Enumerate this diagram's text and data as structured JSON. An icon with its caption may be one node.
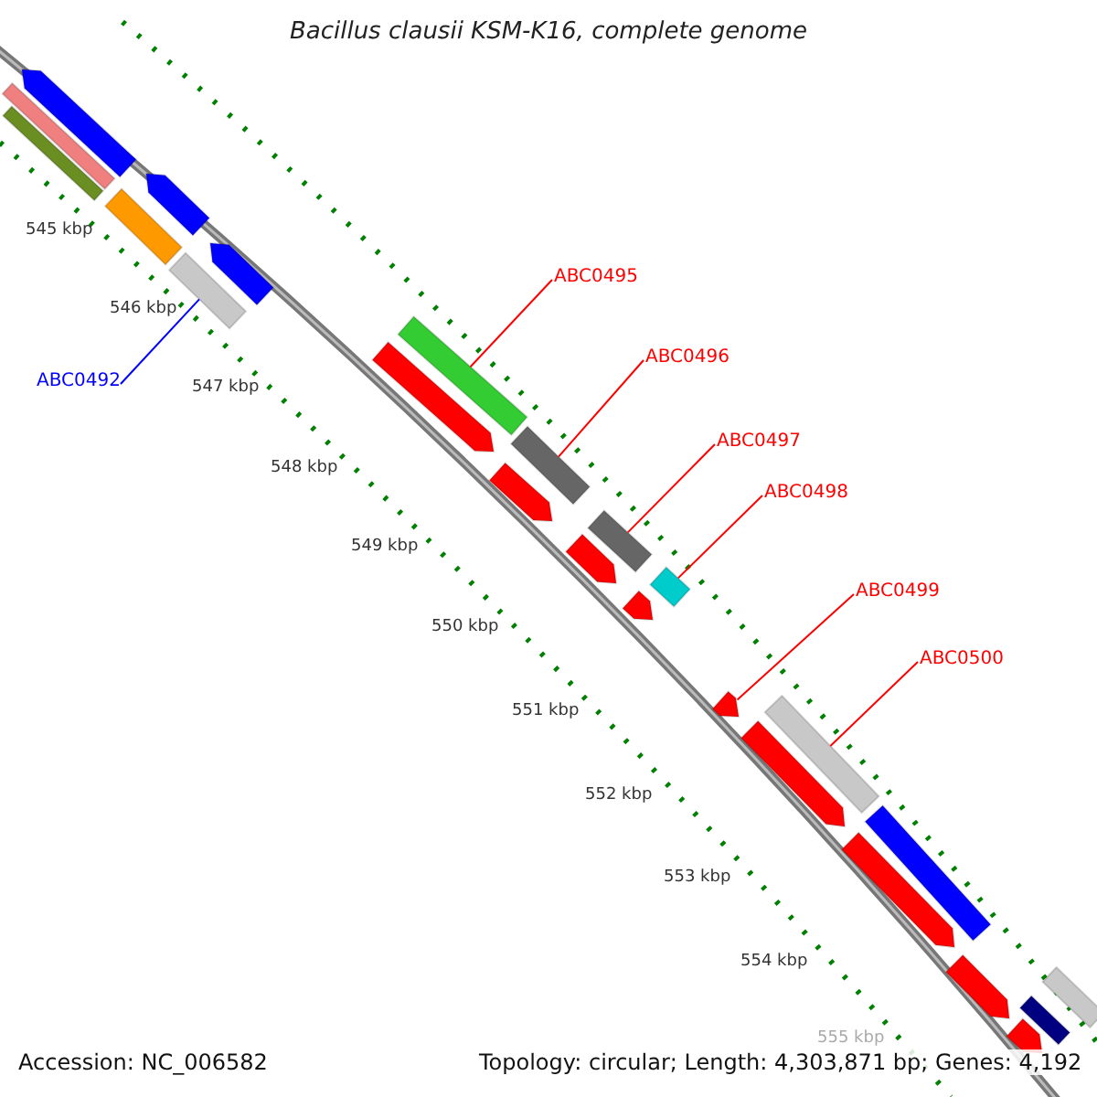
{
  "diagram": {
    "title": "Bacillus clausii KSM-K16, complete genome",
    "nodes": [
      {
        "text": [
          "ABC0492"
        ]
      },
      {
        "text": [
          "ABC0495"
        ]
      },
      {
        "text": [
          "ABC0496"
        ]
      },
      {
        "text": [
          "ABC0497"
        ]
      },
      {
        "text": [
          "ABC0498"
        ]
      },
      {
        "text": [
          "ABC0499"
        ]
      },
      {
        "text": [
          "ABC0500"
        ]
      },
      {
        "text": [],
        "shape": "bar"
      },
      {
        "text": [],
        "shape": "bar"
      },
      {
        "text": [],
        "shape": "arrow"
      },
      {
        "text": [],
        "shape": "bar"
      },
      {
        "text": [],
        "shape": "arrow"
      },
      {
        "text": [],
        "shape": "bar"
      },
      {
        "text": [],
        "shape": "arrow"
      },
      {
        "text": [],
        "shape": "arrow"
      },
      {
        "text": [],
        "shape": "bar"
      },
      {
        "text": [],
        "shape": "arrow"
      },
      {
        "text": [],
        "shape": "bar"
      },
      {
        "text": [],
        "shape": "arrow"
      },
      {
        "text": [],
        "shape": "bar"
      },
      {
        "text": [],
        "shape": "arrow"
      },
      {
        "text": [],
        "shape": "bar"
      },
      {
        "text": [],
        "shape": "arrow"
      },
      {
        "text": [],
        "shape": "bar"
      },
      {
        "text": [],
        "shape": "arrow"
      },
      {
        "text": [],
        "shape": "bar"
      },
      {
        "text": [],
        "shape": "arrow"
      },
      {
        "text": [],
        "shape": "arrow"
      },
      {
        "text": [],
        "shape": "bar"
      },
      {
        "text": [],
        "shape": "bar"
      },
      {
        "text": [],
        "shape": "arrow"
      }
    ],
    "edges": [
      {
        "from": 0,
        "to": 12,
        "arrow": "none",
        "color": "#0000ff"
      },
      {
        "from": 1,
        "to": 15,
        "arrow": "none"
      },
      {
        "from": 2,
        "to": 17,
        "arrow": "none"
      },
      {
        "from": 3,
        "to": 19,
        "arrow": "none"
      },
      {
        "from": 4,
        "to": 21,
        "arrow": "none"
      },
      {
        "from": 5,
        "to": 22,
        "arrow": "none"
      },
      {
        "from": 6,
        "to": 23,
        "arrow": "none"
      }
    ],
    "labels": [
      "545 kbp",
      "546 kbp",
      "547 kbp",
      "548 kbp",
      "549 kbp",
      "550 kbp",
      "551 kbp",
      "552 kbp",
      "553 kbp",
      "554 kbp",
      "555 kbp",
      "Accession: NC_006582",
      "Topology: circular; Length: 4,303,871 bp; Genes: 4,192"
    ]
  }
}
